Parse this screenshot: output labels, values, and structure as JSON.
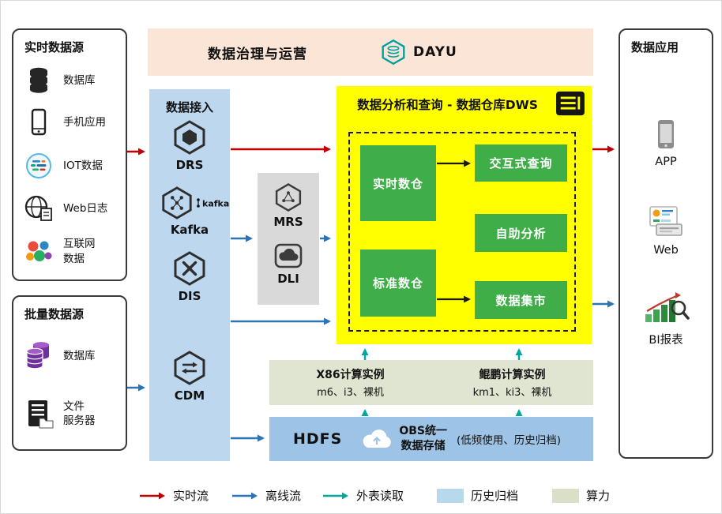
{
  "banner": {
    "title": "数据治理与运营",
    "logo_text": "DAYU"
  },
  "realtime_sources": {
    "title": "实时数据源",
    "items": [
      {
        "label": "数据库",
        "icon": "database-icon"
      },
      {
        "label": "手机应用",
        "icon": "mobile-icon"
      },
      {
        "label": "IOT数据",
        "icon": "iot-icon"
      },
      {
        "label": "Web日志",
        "icon": "web-log-icon"
      },
      {
        "label": "互联网\n数据",
        "icon": "internet-data-icon"
      }
    ]
  },
  "batch_sources": {
    "title": "批量数据源",
    "items": [
      {
        "label": "数据库",
        "icon": "database-purple-icon"
      },
      {
        "label": "文件\n服务器",
        "icon": "file-server-icon"
      }
    ]
  },
  "ingestion": {
    "title": "数据接入",
    "items": [
      {
        "label": "DRS",
        "icon": "drs-hexagon-icon"
      },
      {
        "label": "Kafka",
        "icon": "kafka-hexagon-icon"
      },
      {
        "label": "DIS",
        "icon": "dis-hexagon-icon"
      },
      {
        "label": "CDM",
        "icon": "cdm-hexagon-icon"
      }
    ],
    "kafka_logo_text": "kafka"
  },
  "processing": {
    "items": [
      {
        "label": "MRS",
        "icon": "mrs-hexagon-icon"
      },
      {
        "label": "DLI",
        "icon": "dli-cloud-icon"
      }
    ]
  },
  "dws": {
    "title": "数据分析和查询 - 数据仓库DWS",
    "warehouses": [
      {
        "label": "实时数仓"
      },
      {
        "label": "标准数仓"
      }
    ],
    "services": [
      {
        "label": "交互式查询"
      },
      {
        "label": "自助分析"
      },
      {
        "label": "数据集市"
      }
    ]
  },
  "compute": {
    "x86": {
      "title": "X86计算实例",
      "detail": "m6、i3、裸机"
    },
    "kunpeng": {
      "title": "鲲鹏计算实例",
      "detail": "km1、ki3、裸机"
    }
  },
  "storage": {
    "hdfs_label": "HDFS",
    "obs_label": "OBS统一\n数据存储",
    "note": "(低频使用、历史归档)"
  },
  "applications": {
    "title": "数据应用",
    "items": [
      {
        "label": "APP",
        "icon": "app-phone-icon"
      },
      {
        "label": "Web",
        "icon": "web-browser-icon"
      },
      {
        "label": "BI报表",
        "icon": "bi-report-icon"
      }
    ]
  },
  "legend": {
    "items": [
      {
        "label": "实时流",
        "style": "arrow",
        "color": "#c00000"
      },
      {
        "label": "离线流",
        "style": "arrow",
        "color": "#2d74b5"
      },
      {
        "label": "外表读取",
        "style": "arrow",
        "color": "#00a89b"
      },
      {
        "label": "历史归档",
        "style": "box",
        "color": "#b7d9eb"
      },
      {
        "label": "算力",
        "style": "box",
        "color": "#d9e0c7"
      }
    ]
  },
  "colors": {
    "banner_bg": "#fbe5d6",
    "ingestion_bg": "#bdd7ee",
    "processing_bg": "#d9d9d9",
    "dws_bg": "#ffff00",
    "warehouse_green": "#3fae49",
    "compute_bg": "#e0e5d2",
    "storage_bg": "#9dc3e6",
    "realtime_flow": "#c00000",
    "offline_flow": "#2d74b5",
    "external_read": "#00a89b",
    "inner_arrow": "#1a1a1a"
  }
}
